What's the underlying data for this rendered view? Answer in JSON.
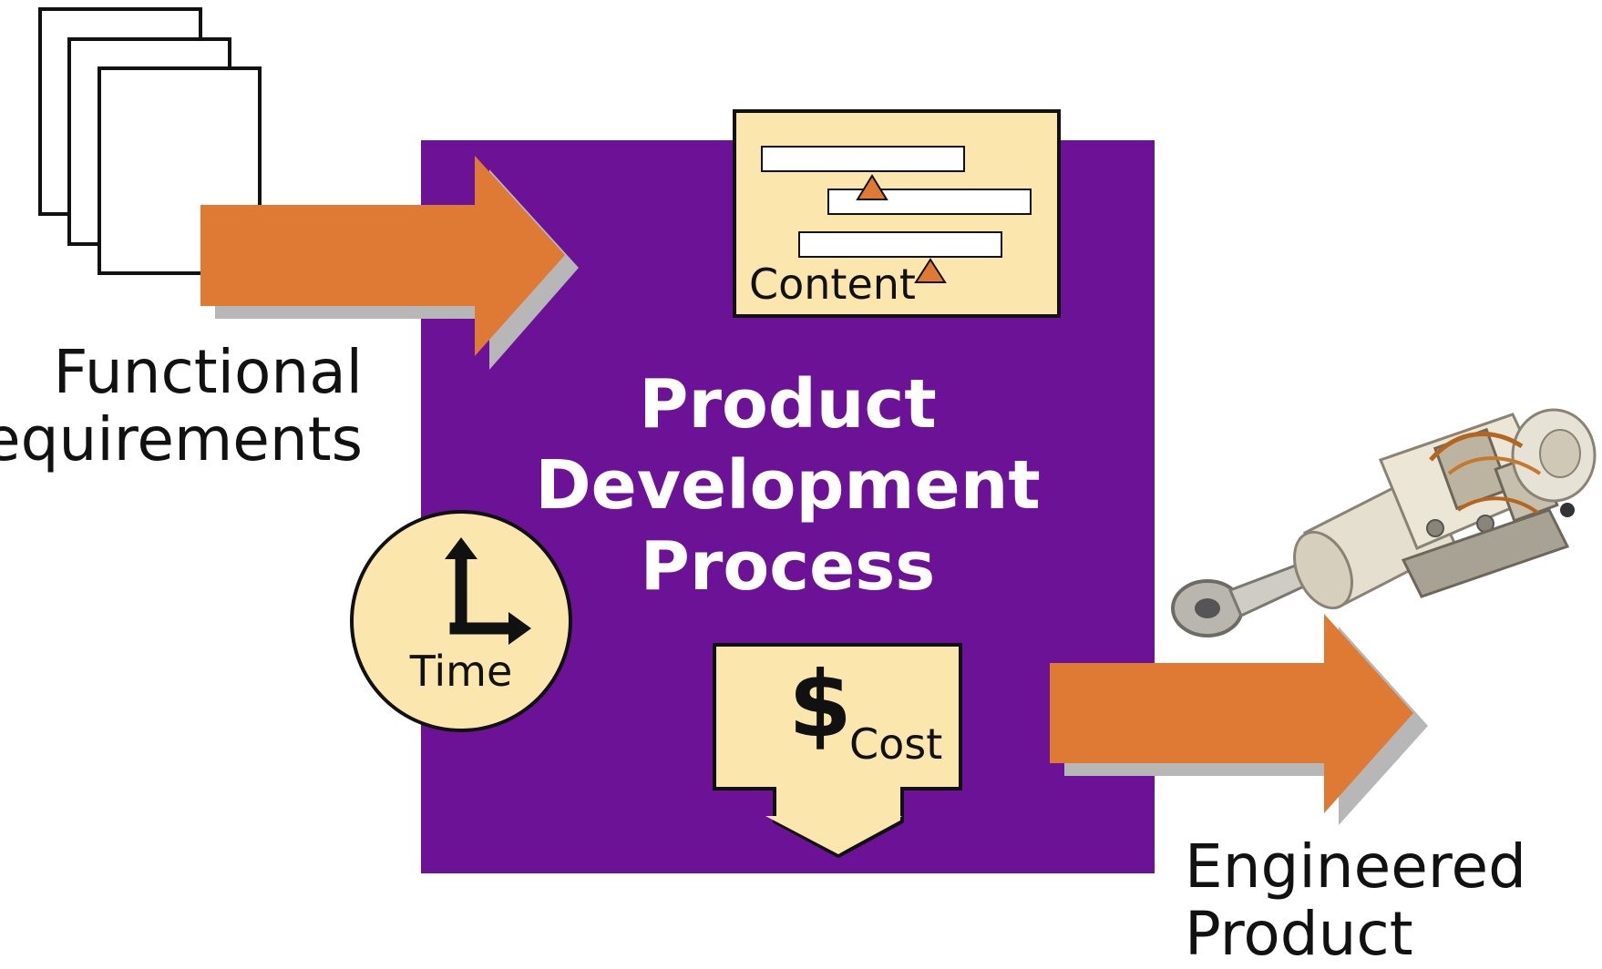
{
  "diagram": {
    "input_label": {
      "line1": "Functional",
      "line2": "Requirements"
    },
    "process_title": {
      "line1": "Product",
      "line2": "Development",
      "line3": "Process"
    },
    "content_label": "Content",
    "time_label": "Time",
    "cost_symbol": "$",
    "cost_label": "Cost",
    "output_label": {
      "line1": "Engineered",
      "line2": "Product"
    }
  },
  "colors": {
    "process_box": "#6b1296",
    "arrow": "#df7a34",
    "arrow_shadow": "#b7b7b7",
    "callout_fill": "#fbe6ae",
    "outline": "#111111"
  },
  "icons": [
    "document-stack-icon",
    "gantt-chart-icon",
    "clock-icon",
    "dollar-icon",
    "actuator-product-image"
  ]
}
